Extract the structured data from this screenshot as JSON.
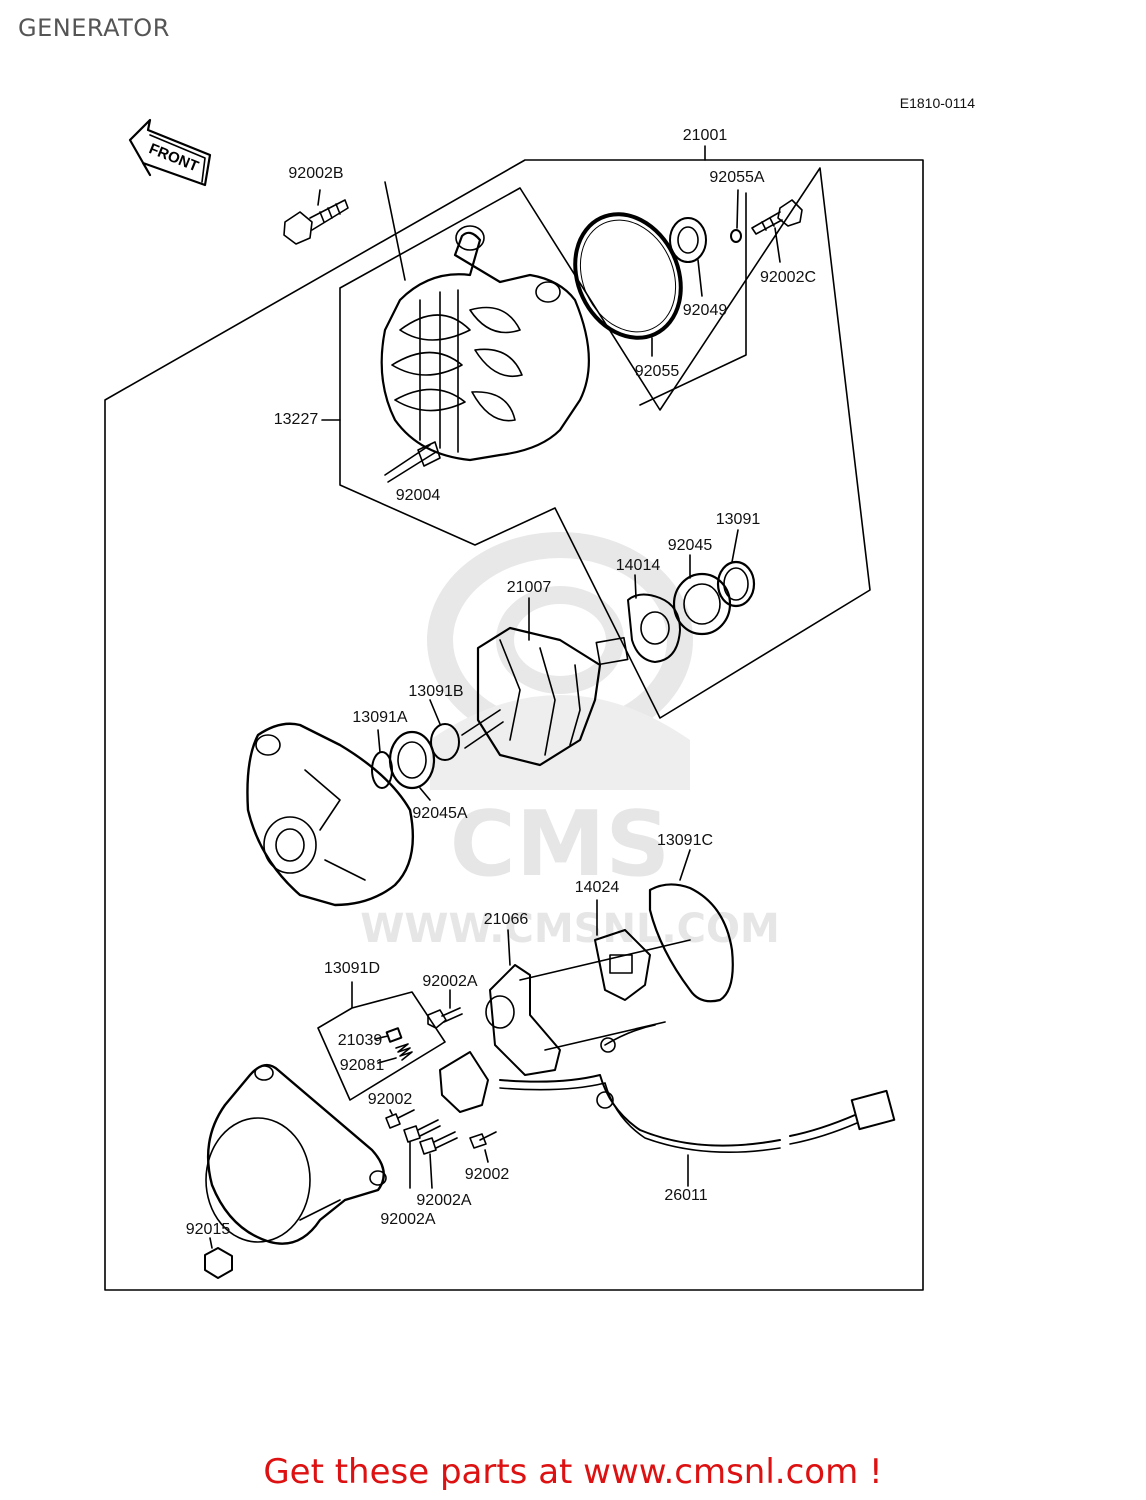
{
  "page": {
    "title": "GENERATOR",
    "footer": "Get these parts at www.cmsnl.com !",
    "footer_color": "#dd1111",
    "title_color": "#555555"
  },
  "diagram": {
    "code": "E1810-0114",
    "front_label": "FRONT",
    "watermark": {
      "logo_text": "CMS",
      "url_text": "WWW.CMSNL.COM",
      "color": "#e6e6e6"
    },
    "parts": [
      {
        "id": "p21001",
        "label": "21001"
      },
      {
        "id": "p92055A",
        "label": "92055A"
      },
      {
        "id": "p92002B",
        "label": "92002B"
      },
      {
        "id": "p92002C",
        "label": "92002C"
      },
      {
        "id": "p92049",
        "label": "92049"
      },
      {
        "id": "p92055",
        "label": "92055"
      },
      {
        "id": "p13227",
        "label": "13227"
      },
      {
        "id": "p92004",
        "label": "92004"
      },
      {
        "id": "p13091",
        "label": "13091"
      },
      {
        "id": "p92045",
        "label": "92045"
      },
      {
        "id": "p14014",
        "label": "14014"
      },
      {
        "id": "p21007",
        "label": "21007"
      },
      {
        "id": "p13091B",
        "label": "13091B"
      },
      {
        "id": "p13091A",
        "label": "13091A"
      },
      {
        "id": "p92045A",
        "label": "92045A"
      },
      {
        "id": "p13091C",
        "label": "13091C"
      },
      {
        "id": "p14024",
        "label": "14024"
      },
      {
        "id": "p21066",
        "label": "21066"
      },
      {
        "id": "p13091D",
        "label": "13091D"
      },
      {
        "id": "p92002A_top",
        "label": "92002A"
      },
      {
        "id": "p21039",
        "label": "21039"
      },
      {
        "id": "p92081",
        "label": "92081"
      },
      {
        "id": "p92002_left",
        "label": "92002"
      },
      {
        "id": "p92002_right",
        "label": "92002"
      },
      {
        "id": "p92002A_mid",
        "label": "92002A"
      },
      {
        "id": "p92002A_bot",
        "label": "92002A"
      },
      {
        "id": "p26011",
        "label": "26011"
      },
      {
        "id": "p92015",
        "label": "92015"
      }
    ]
  }
}
